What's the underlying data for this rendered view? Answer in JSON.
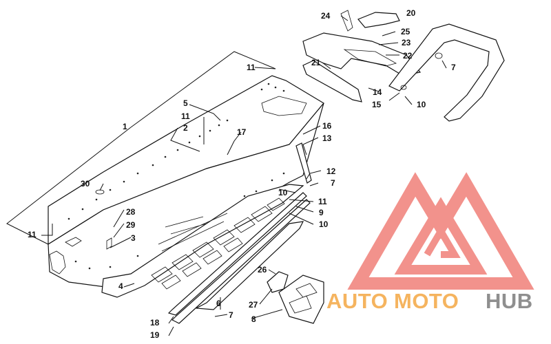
{
  "diagram": {
    "callouts": [
      {
        "id": "c1",
        "text": "1"
      },
      {
        "id": "c2",
        "text": "2"
      },
      {
        "id": "c3",
        "text": "3"
      },
      {
        "id": "c5",
        "text": "5"
      },
      {
        "id": "c4",
        "text": "4"
      },
      {
        "id": "c6",
        "text": "6"
      },
      {
        "id": "c7a",
        "text": "7"
      },
      {
        "id": "c7b",
        "text": "7"
      },
      {
        "id": "c7c",
        "text": "7"
      },
      {
        "id": "c8",
        "text": "8"
      },
      {
        "id": "c9",
        "text": "9"
      },
      {
        "id": "c10a",
        "text": "10"
      },
      {
        "id": "c10b",
        "text": "10"
      },
      {
        "id": "c10c",
        "text": "10"
      },
      {
        "id": "c11a",
        "text": "11"
      },
      {
        "id": "c11b",
        "text": "11"
      },
      {
        "id": "c11c",
        "text": "11"
      },
      {
        "id": "c11d",
        "text": "11"
      },
      {
        "id": "c12",
        "text": "12"
      },
      {
        "id": "c13",
        "text": "13"
      },
      {
        "id": "c14",
        "text": "14"
      },
      {
        "id": "c15",
        "text": "15"
      },
      {
        "id": "c16",
        "text": "16"
      },
      {
        "id": "c17",
        "text": "17"
      },
      {
        "id": "c18",
        "text": "18"
      },
      {
        "id": "c19",
        "text": "19"
      },
      {
        "id": "c20",
        "text": "20"
      },
      {
        "id": "c21",
        "text": "21"
      },
      {
        "id": "c22",
        "text": "22"
      },
      {
        "id": "c23",
        "text": "23"
      },
      {
        "id": "c24",
        "text": "24"
      },
      {
        "id": "c25",
        "text": "25"
      },
      {
        "id": "c26",
        "text": "26"
      },
      {
        "id": "c27",
        "text": "27"
      },
      {
        "id": "c28",
        "text": "28"
      },
      {
        "id": "c29",
        "text": "29"
      },
      {
        "id": "c30",
        "text": "30"
      }
    ]
  },
  "watermark": {
    "word_auto": "AUTO",
    "word_moto": "MOTO",
    "word_hub": "HUB",
    "color_primary": "#f07f78",
    "color_secondary": "#f5b45f",
    "color_dark": "#8f8f8f"
  }
}
